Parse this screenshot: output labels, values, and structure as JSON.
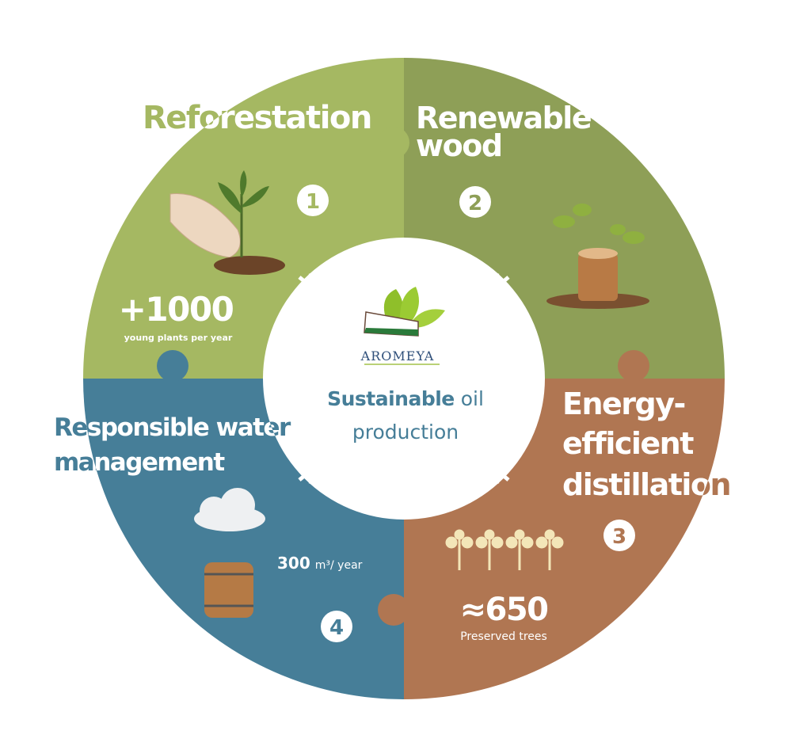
{
  "title": {
    "bold": "Sustainable",
    "rest": " oil",
    "line2": "production"
  },
  "logo": {
    "brand": "AROMEYA"
  },
  "colors": {
    "reforestation": "#a5b862",
    "renewable": "#8e9f57",
    "distillation": "#b07652",
    "water": "#467e98",
    "center": "#ffffff"
  },
  "segments": [
    {
      "number": "1",
      "title_lines": [
        "Reforestation"
      ],
      "stat": "+1000",
      "stat_label": "young plants per year",
      "icon": "hand-planting-seedling-icon"
    },
    {
      "number": "2",
      "title_lines": [
        "Renewable",
        "wood"
      ],
      "icon": "tree-stump-sprouts-icon"
    },
    {
      "number": "3",
      "title_lines": [
        "Energy-",
        "efficient",
        "distillation"
      ],
      "stat": "≈650",
      "stat_label": "Preserved trees",
      "icon": "trees-icon"
    },
    {
      "number": "4",
      "title_lines": [
        "Responsible water",
        "management"
      ],
      "stat": "300",
      "stat_unit": "m³/ year",
      "icon": "rain-barrel-icon"
    }
  ]
}
